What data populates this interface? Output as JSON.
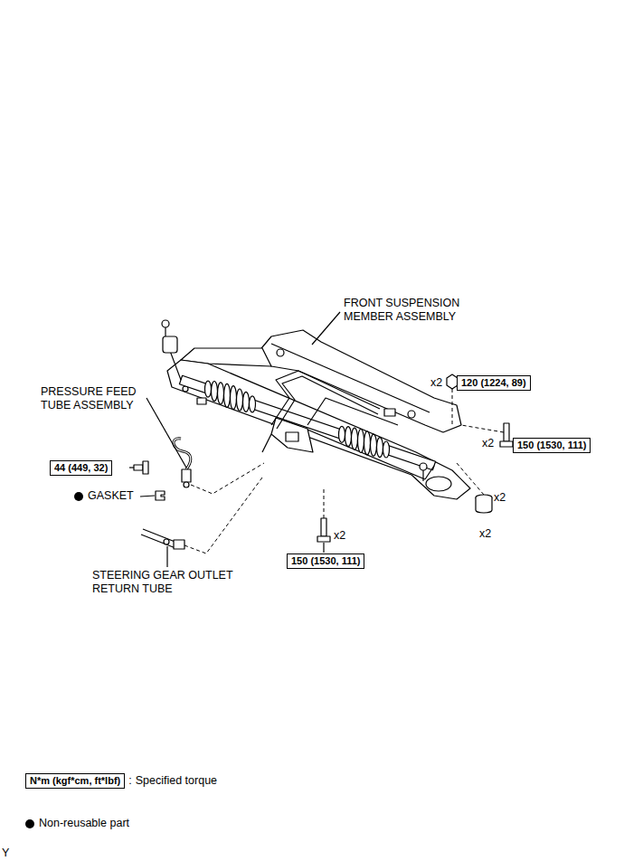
{
  "diagram": {
    "nodes": [
      {
        "text": [
          "120 (1224, 89)"
        ]
      },
      {
        "text": [
          "150 (1530, 111)"
        ]
      },
      {
        "text": [
          "44 (449, 32)"
        ]
      },
      {
        "text": [
          "150 (1530, 111)"
        ]
      },
      {
        "text": [
          "N*m (kgf*cm, ft*lbf)"
        ]
      }
    ],
    "labels": [
      "FRONT SUSPENSION MEMBER ASSEMBLY",
      "x2",
      "x2",
      "PRESSURE FEED TUBE ASSEMBLY",
      "x2",
      "GASKET",
      "x2",
      "x2",
      "STEERING GEAR OUTLET RETURN TUBE",
      ":",
      "Y"
    ],
    "legend": [
      {
        "text": "Specified torque"
      },
      {
        "text": "Non-reusable part"
      }
    ]
  }
}
